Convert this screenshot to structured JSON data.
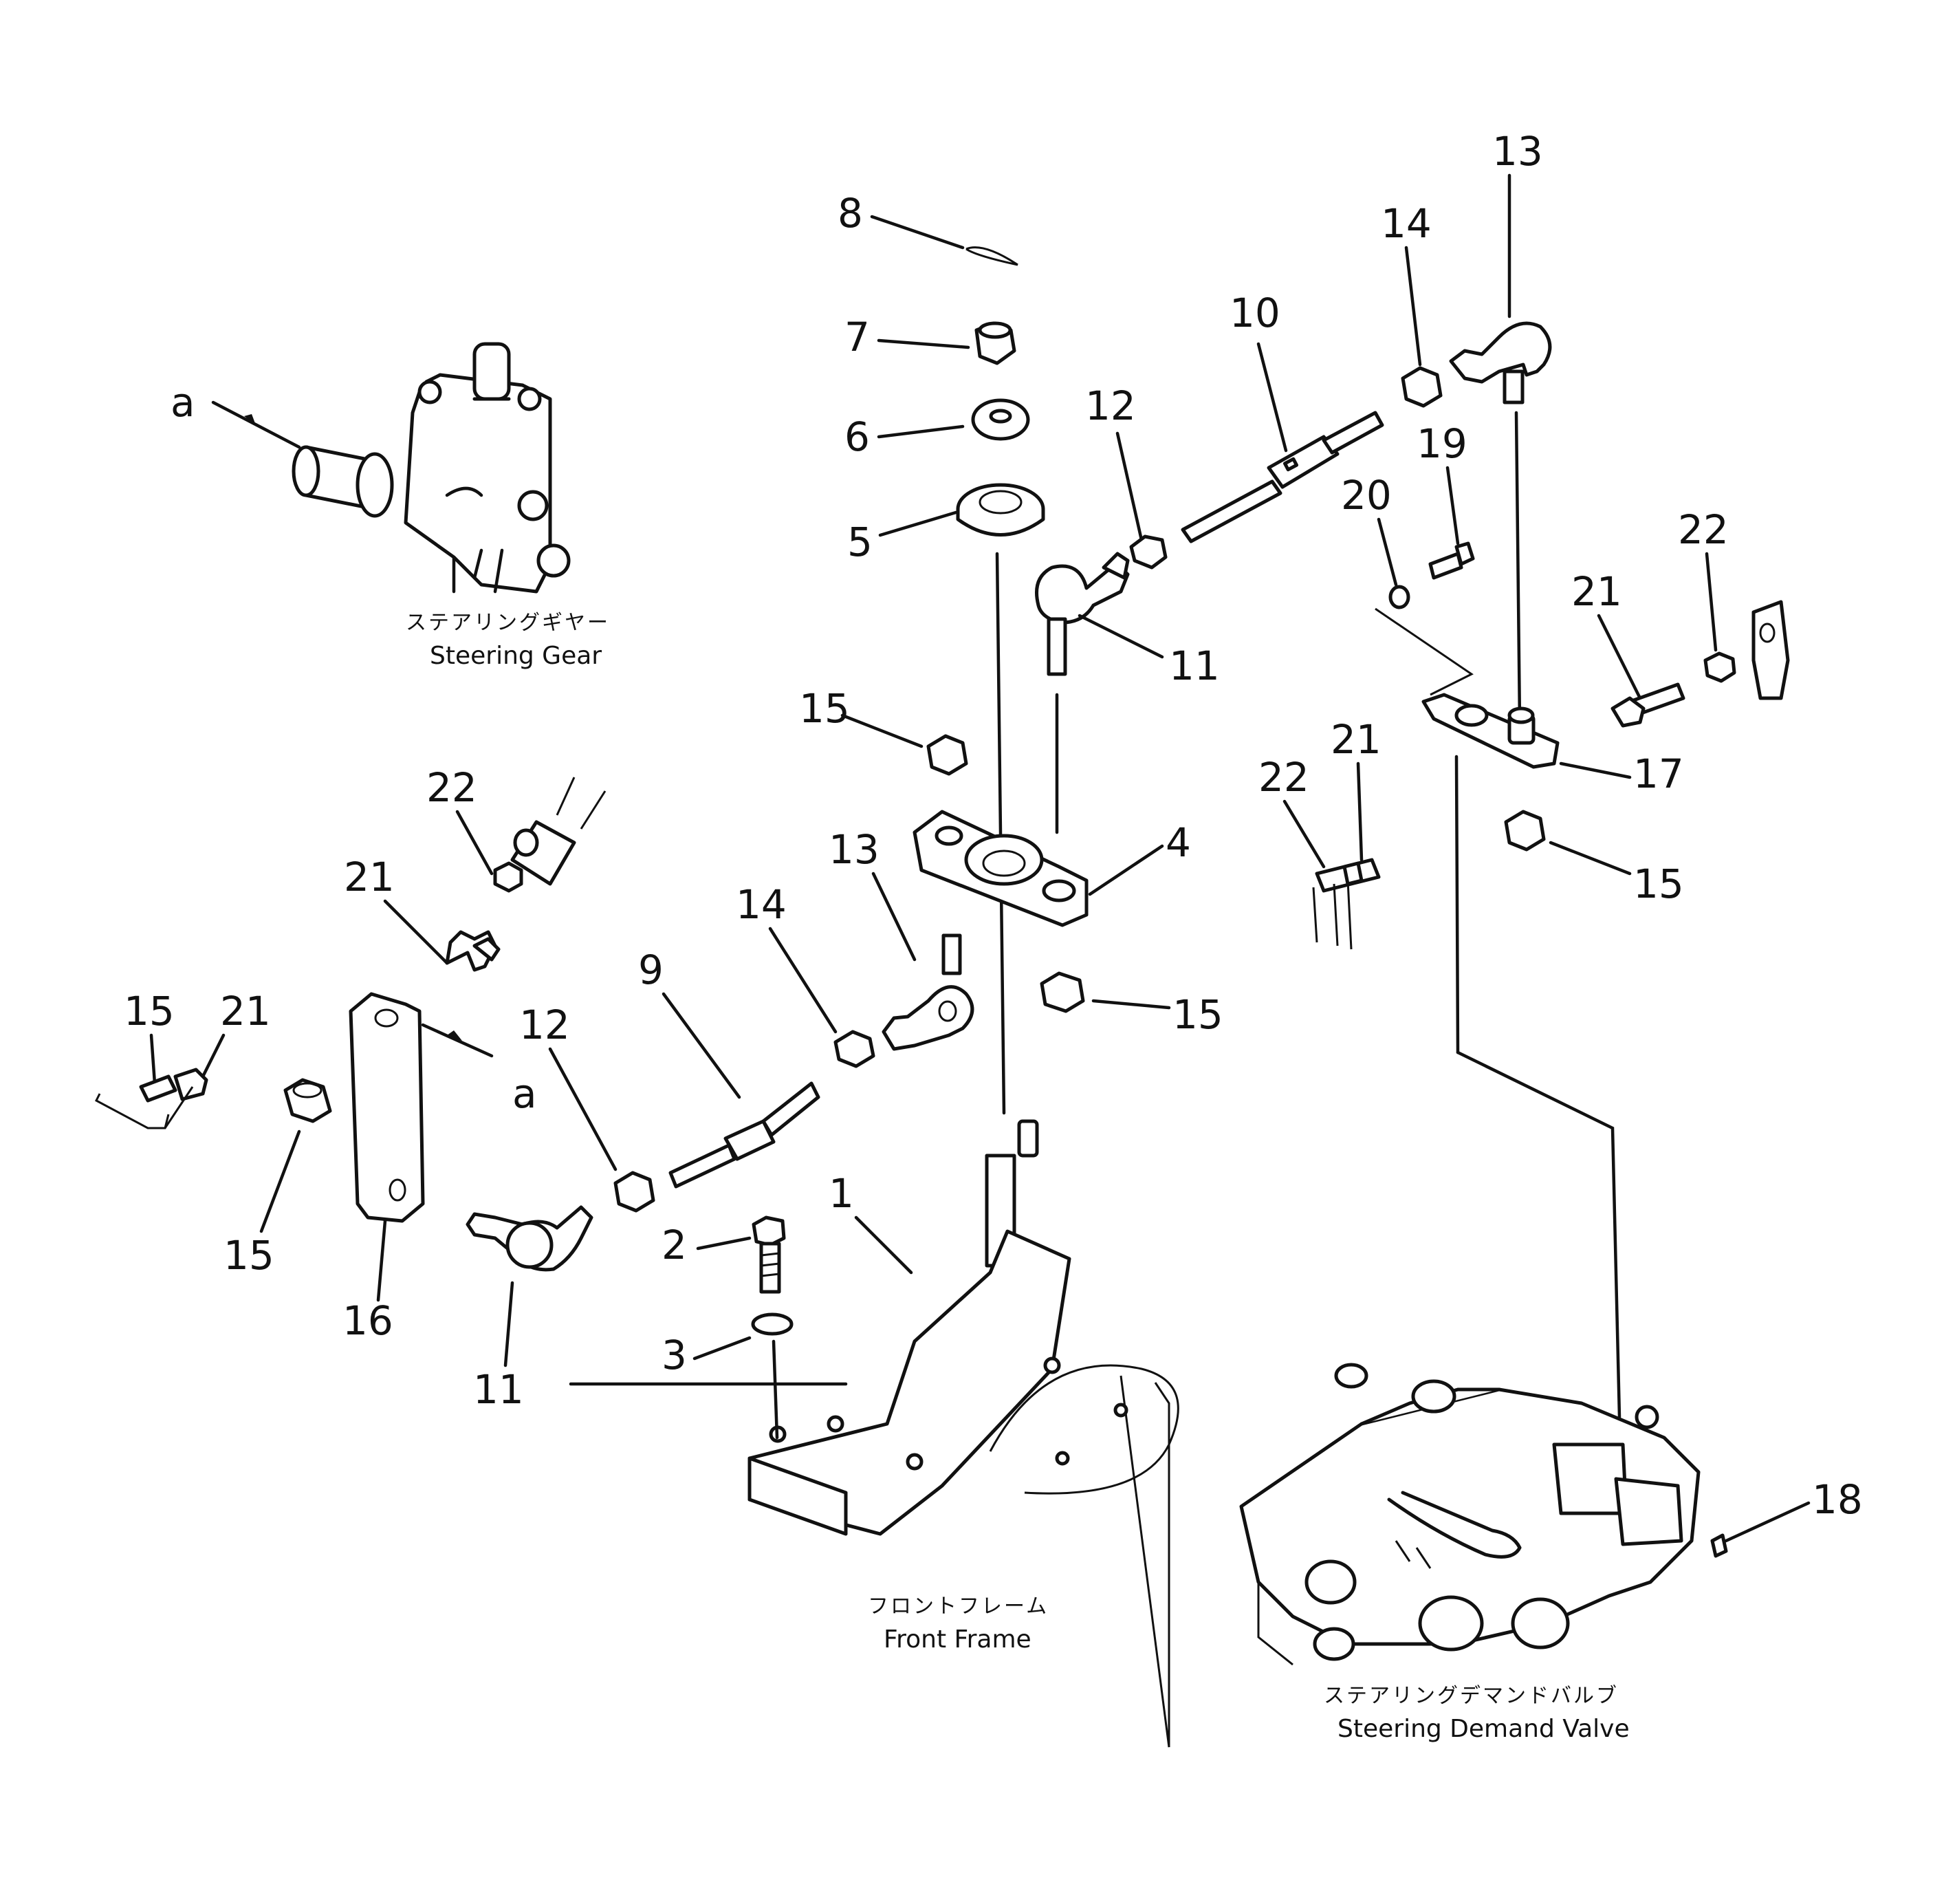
{
  "callouts": [
    "8",
    "7",
    "6",
    "5",
    "12",
    "10",
    "14",
    "13",
    "19",
    "20",
    "22",
    "21",
    "11",
    "15",
    "17",
    "4",
    "15",
    "22",
    "21",
    "13",
    "14",
    "9",
    "12",
    "22",
    "21",
    "15",
    "16",
    "11",
    "2",
    "3",
    "1",
    "15",
    "18",
    "a",
    "a"
  ],
  "labels": {
    "steering_gear_jp": "ステアリングギヤー",
    "steering_gear_en": "Steering Gear",
    "front_frame_jp": "フロントフレーム",
    "front_frame_en": "Front Frame",
    "demand_valve_jp": "ステアリングデマンドバルブ",
    "demand_valve_en": "Steering Demand Valve"
  }
}
